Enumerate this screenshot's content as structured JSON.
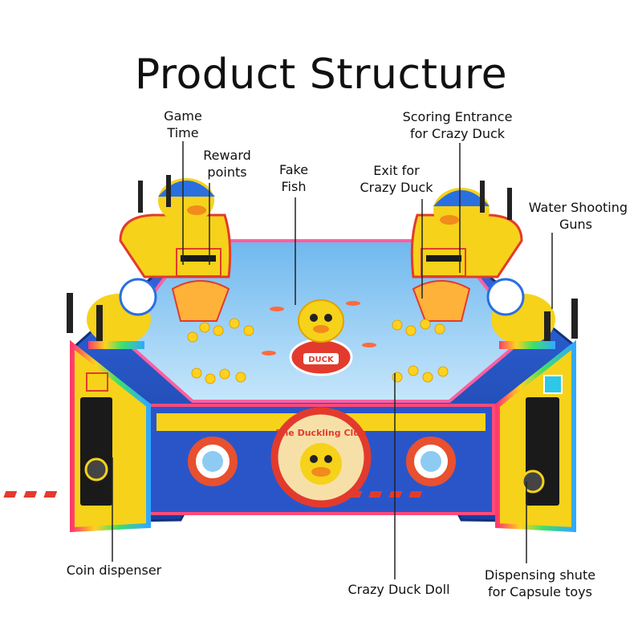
{
  "title": "Product Structure",
  "callouts": [
    {
      "id": "game-time",
      "lines": [
        "Game",
        "Time"
      ]
    },
    {
      "id": "reward-points",
      "lines": [
        "Reward",
        "points"
      ]
    },
    {
      "id": "fake-fish",
      "lines": [
        "Fake",
        "Fish"
      ]
    },
    {
      "id": "exit-crazy-duck",
      "lines": [
        "Exit for",
        "Crazy Duck"
      ]
    },
    {
      "id": "scoring-entrance",
      "lines": [
        "Scoring Entrance",
        "for Crazy Duck"
      ]
    },
    {
      "id": "water-guns",
      "lines": [
        "Water Shooting",
        "Guns"
      ]
    },
    {
      "id": "coin-dispenser",
      "lines": [
        "Coin dispenser"
      ]
    },
    {
      "id": "crazy-duck-doll",
      "lines": [
        "Crazy Duck Doll"
      ]
    },
    {
      "id": "dispensing-shute",
      "lines": [
        "Dispensing shute",
        "for Capsule toys"
      ]
    }
  ],
  "machine": {
    "sign_text": "The Duckling Club",
    "boat_text": "DUCK"
  },
  "colors": {
    "machine_blue": "#1f4fc4",
    "machine_yellow": "#f6d21a",
    "water": "#8ecbf2",
    "trim_red": "#e23b2e",
    "leader_line": "#222222"
  }
}
